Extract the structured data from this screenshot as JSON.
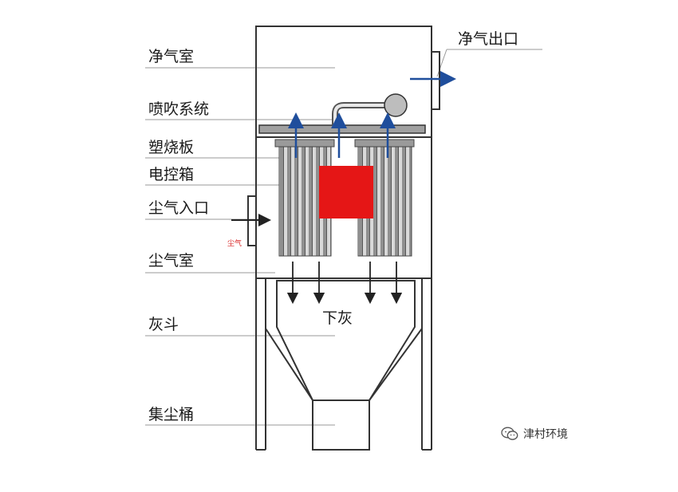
{
  "labels": {
    "clean_chamber": "净气室",
    "clean_outlet": "净气出口",
    "pulse_system": "喷吹系统",
    "plastic_plate": "塑烧板",
    "control_box": "电控箱",
    "dust_inlet": "尘气入口",
    "dust_gas_small": "尘气",
    "dust_chamber": "尘气室",
    "ash_hopper": "灰斗",
    "ash_drop": "下灰",
    "dust_bucket": "集尘桶"
  },
  "watermark": {
    "text": "津村环境",
    "icon": "wechat-icon"
  },
  "colors": {
    "arrow_blue": "#1f4e9c",
    "control_box_red": "#e51616",
    "filter_gray": "#a9a9a9",
    "line": "#333333"
  }
}
